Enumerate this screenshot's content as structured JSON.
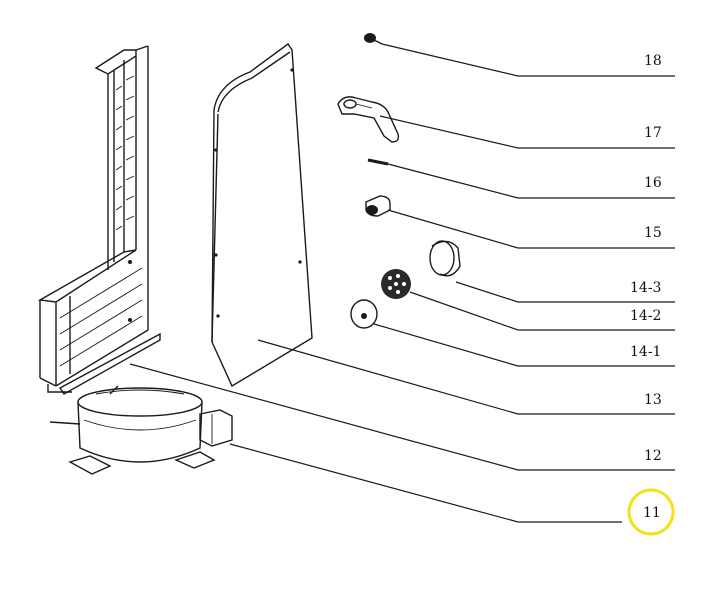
{
  "diagram": {
    "callouts": [
      {
        "id": "c18",
        "label": "18"
      },
      {
        "id": "c17",
        "label": "17"
      },
      {
        "id": "c16",
        "label": "16"
      },
      {
        "id": "c15",
        "label": "15"
      },
      {
        "id": "c14-3",
        "label": "14-3"
      },
      {
        "id": "c14-2",
        "label": "14-2"
      },
      {
        "id": "c14-1",
        "label": "14-1"
      },
      {
        "id": "c13",
        "label": "13"
      },
      {
        "id": "c12",
        "label": "12"
      },
      {
        "id": "c11",
        "label": "11"
      }
    ],
    "highlight": {
      "target": "11",
      "color": "#f2e21c"
    }
  }
}
